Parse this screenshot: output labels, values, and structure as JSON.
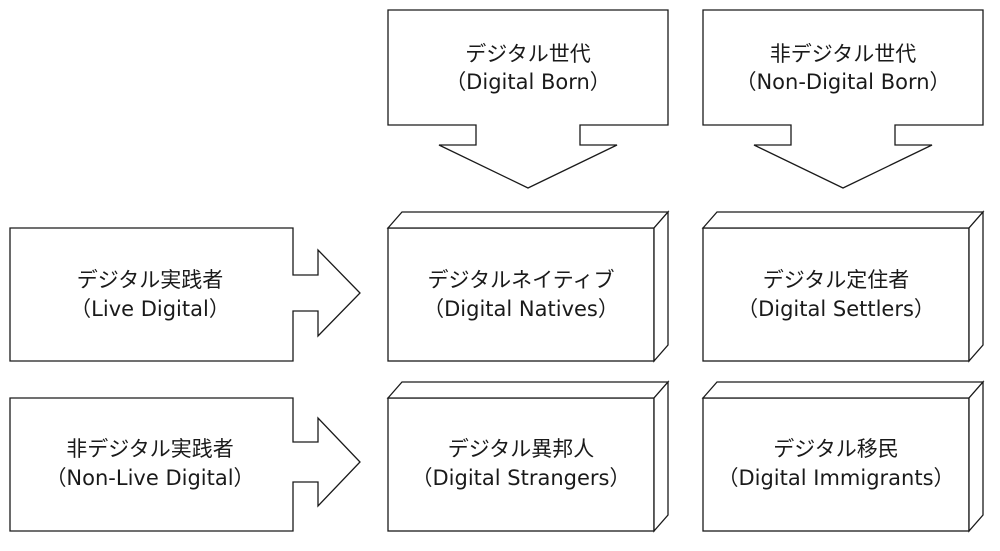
{
  "columns": {
    "digital_born": {
      "jp": "デジタル世代",
      "en": "（Digital Born）"
    },
    "non_digital_born": {
      "jp": "非デジタル世代",
      "en": "（Non-Digital Born）"
    }
  },
  "rows": {
    "live_digital": {
      "jp": "デジタル実践者",
      "en": "（Live Digital）"
    },
    "non_live_digital": {
      "jp": "非デジタル実践者",
      "en": "（Non-Live Digital）"
    }
  },
  "cells": {
    "digital_natives": {
      "jp": "デジタルネイティブ",
      "en": "（Digital Natives）"
    },
    "digital_settlers": {
      "jp": "デジタル定住者",
      "en": "（Digital Settlers）"
    },
    "digital_strangers": {
      "jp": "デジタル異邦人",
      "en": "（Digital Strangers）"
    },
    "digital_immigrants": {
      "jp": "デジタル移民",
      "en": "（Digital Immigrants）"
    }
  }
}
